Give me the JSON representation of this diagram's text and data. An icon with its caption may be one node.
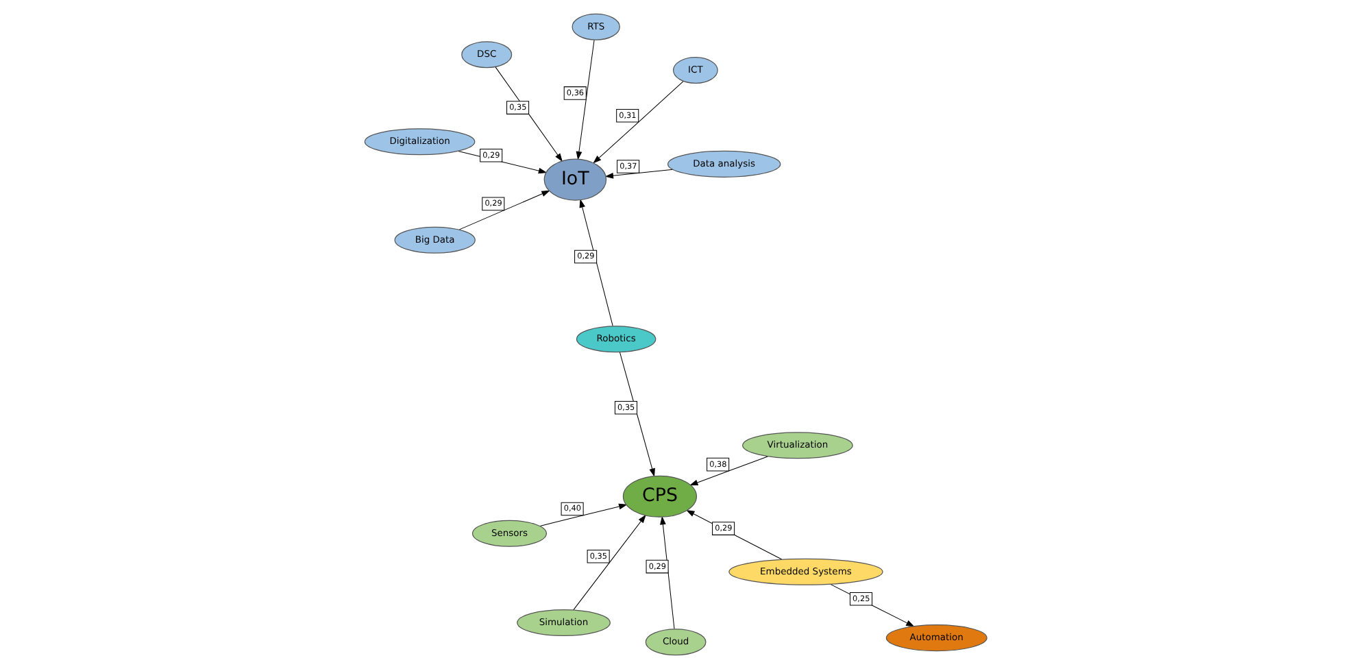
{
  "diagram": {
    "nodes": [
      {
        "text": [
          "Robotics"
        ]
      },
      {
        "text": [
          "RTS"
        ]
      },
      {
        "text": [
          "Simulation"
        ]
      },
      {
        "text": [
          "Digitalization"
        ]
      },
      {
        "text": [
          "Virtualization"
        ]
      },
      {
        "text": [
          "CPS"
        ]
      },
      {
        "text": [
          "IoT"
        ]
      },
      {
        "text": [
          "Data analysis"
        ]
      },
      {
        "text": [
          "Sensors"
        ]
      },
      {
        "text": [
          "Automation"
        ]
      },
      {
        "text": [
          "Cloud"
        ]
      },
      {
        "text": [
          "Big Data"
        ]
      },
      {
        "text": [
          "ICT"
        ]
      },
      {
        "text": [
          "Embedded Systems"
        ]
      },
      {
        "text": [
          "DSC"
        ]
      }
    ],
    "edges": [
      {
        "from": 2,
        "to": 5,
        "arrow": "to",
        "label": "0,35"
      },
      {
        "from": 0,
        "to": 5,
        "arrow": "to",
        "label": "0,35"
      },
      {
        "from": 4,
        "to": 5,
        "arrow": "to",
        "label": "0,38"
      },
      {
        "from": 8,
        "to": 5,
        "arrow": "to",
        "label": "0,40"
      },
      {
        "from": 10,
        "to": 5,
        "arrow": "to",
        "label": "0,29"
      },
      {
        "from": 13,
        "to": 5,
        "arrow": "to",
        "label": "0,29"
      },
      {
        "from": 13,
        "to": 9,
        "arrow": "to",
        "label": "0,25"
      },
      {
        "from": 0,
        "to": 6,
        "arrow": "to",
        "label": "0,29"
      },
      {
        "from": 1,
        "to": 6,
        "arrow": "to",
        "label": "0,36"
      },
      {
        "from": 3,
        "to": 6,
        "arrow": "to",
        "label": "0,29"
      },
      {
        "from": 7,
        "to": 6,
        "arrow": "to",
        "label": "0,37"
      },
      {
        "from": 11,
        "to": 6,
        "arrow": "to",
        "label": "0,29"
      },
      {
        "from": 12,
        "to": 6,
        "arrow": "to",
        "label": "0,31"
      },
      {
        "from": 14,
        "to": 6,
        "arrow": "to",
        "label": "0,35"
      }
    ]
  }
}
